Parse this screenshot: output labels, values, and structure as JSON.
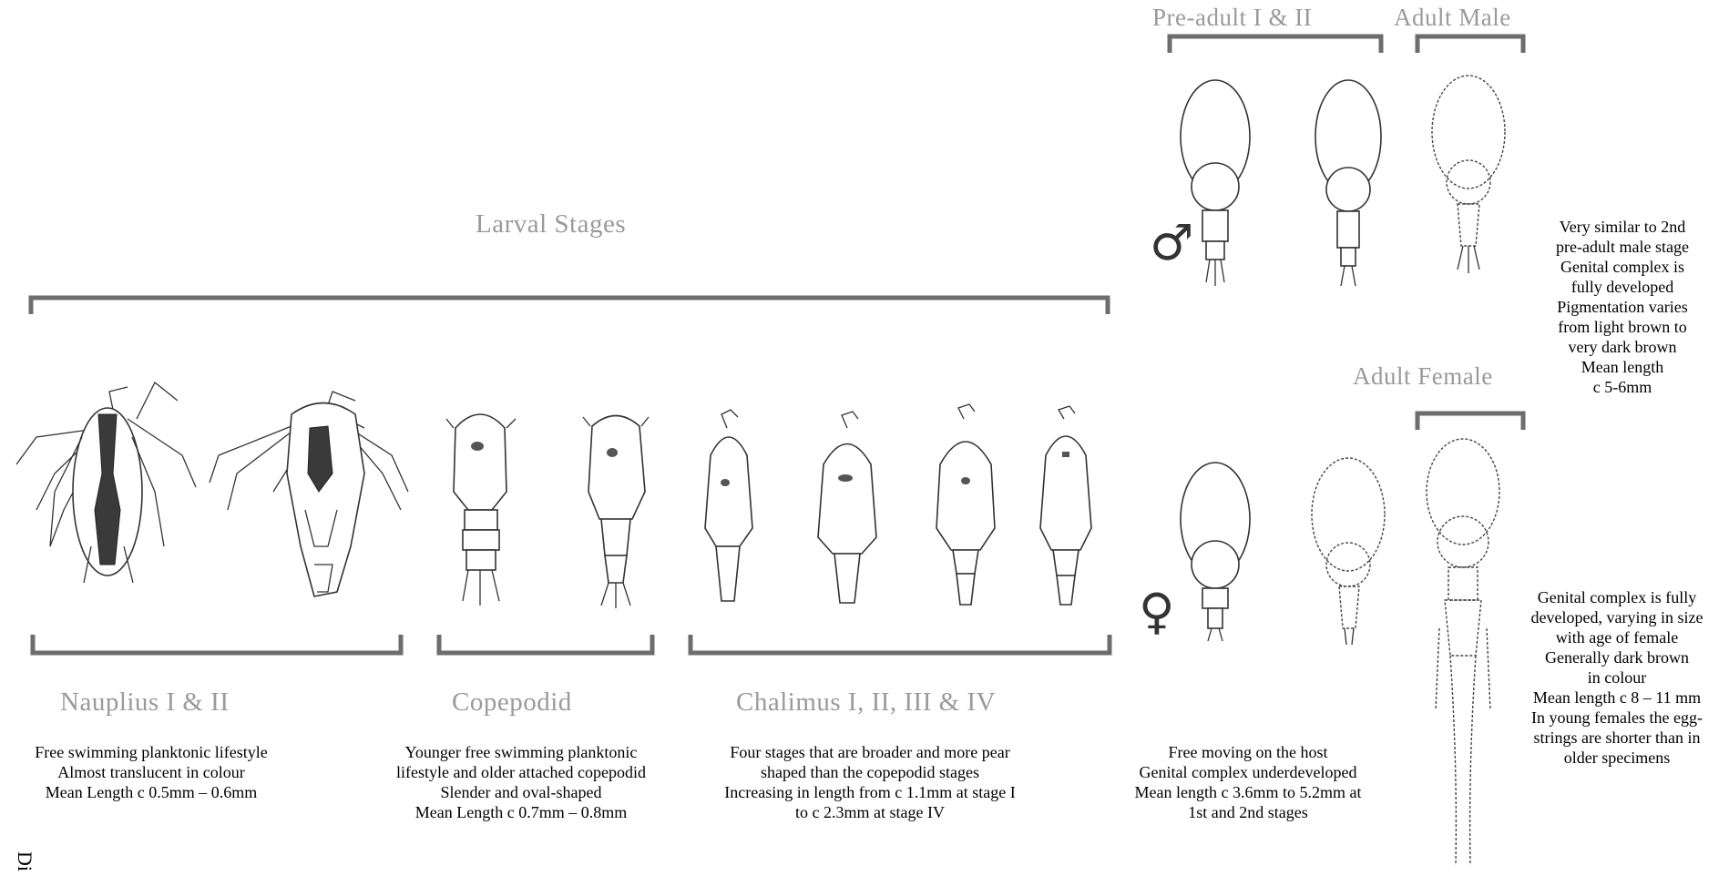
{
  "headings": {
    "larval": "Larval Stages",
    "preadult": "Pre-adult I & II",
    "adult_male": "Adult Male",
    "adult_female": "Adult Female",
    "nauplius": "Nauplius I & II",
    "copepodid": "Copepodid",
    "chalimus": "Chalimus I, II, III & IV"
  },
  "symbols": {
    "male": "♂",
    "female": "♀"
  },
  "descriptions": {
    "nauplius": "Free swimming planktonic lifestyle\nAlmost translucent in colour\nMean Length c 0.5mm – 0.6mm",
    "copepodid": "Younger free swimming planktonic\nlifestyle and older attached copepodid\nSlender and oval-shaped\nMean Length c 0.7mm – 0.8mm",
    "chalimus": "Four stages that are broader and more pear\nshaped than the copepodid stages\nIncreasing in length from c 1.1mm at stage I\nto  c 2.3mm at stage IV",
    "preadult": "Free moving on the host\nGenital complex underdeveloped\nMean length c 3.6mm to 5.2mm at\n1st and 2nd  stages",
    "adult_male": "Very similar to 2nd\npre-adult male stage\nGenital complex is\nfully developed\nPigmentation varies\nfrom light brown to\nvery dark brown\nMean length\nc 5-6mm",
    "adult_female": "Genital complex is fully\ndeveloped, varying in size\nwith age of female\nGenerally dark brown\nin colour\nMean length c 8 – 11 mm\nIn young females the egg-\nstrings are shorter than in\nolder specimens"
  },
  "caption_fragment": "Di"
}
